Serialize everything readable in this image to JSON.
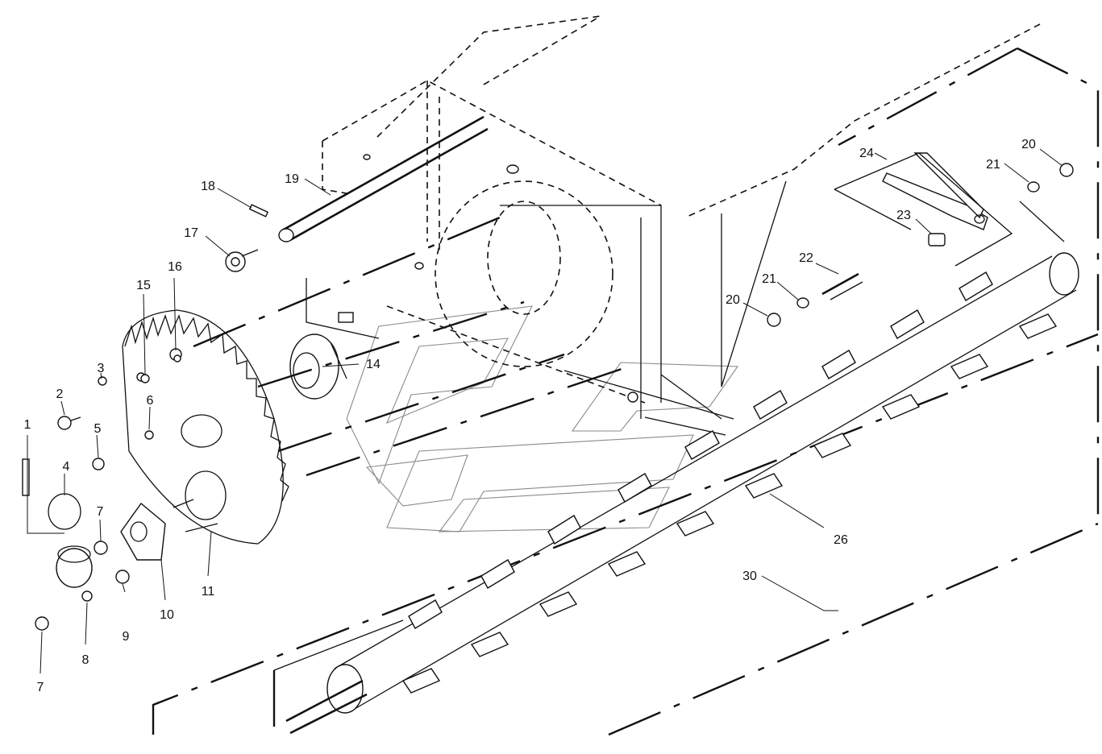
{
  "callouts": [
    {
      "id": "c1",
      "label": "1"
    },
    {
      "id": "c2",
      "label": "2"
    },
    {
      "id": "c3",
      "label": "3"
    },
    {
      "id": "c4",
      "label": "4"
    },
    {
      "id": "c5",
      "label": "5"
    },
    {
      "id": "c6",
      "label": "6"
    },
    {
      "id": "c7a",
      "label": "7"
    },
    {
      "id": "c7b",
      "label": "7"
    },
    {
      "id": "c8",
      "label": "8"
    },
    {
      "id": "c9",
      "label": "9"
    },
    {
      "id": "c10",
      "label": "10"
    },
    {
      "id": "c11",
      "label": "11"
    },
    {
      "id": "c14",
      "label": "14"
    },
    {
      "id": "c15",
      "label": "15"
    },
    {
      "id": "c16",
      "label": "16"
    },
    {
      "id": "c17",
      "label": "17"
    },
    {
      "id": "c18",
      "label": "18"
    },
    {
      "id": "c19",
      "label": "19"
    },
    {
      "id": "c20a",
      "label": "20"
    },
    {
      "id": "c20b",
      "label": "20"
    },
    {
      "id": "c21a",
      "label": "21"
    },
    {
      "id": "c21b",
      "label": "21"
    },
    {
      "id": "c22",
      "label": "22"
    },
    {
      "id": "c23",
      "label": "23"
    },
    {
      "id": "c24",
      "label": "24"
    },
    {
      "id": "c26",
      "label": "26"
    },
    {
      "id": "c30",
      "label": "30"
    }
  ]
}
